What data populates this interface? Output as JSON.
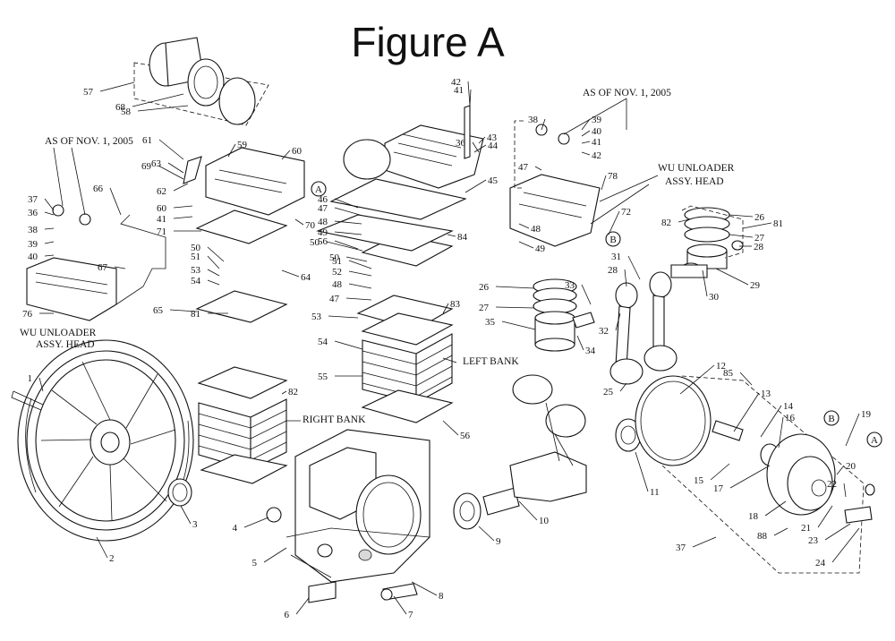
{
  "title": "Figure A",
  "notes": {
    "as_of_left": "AS OF NOV. 1, 2005",
    "as_of_right": "AS OF NOV. 1, 2005",
    "unloader_left_1": "WU UNLOADER",
    "unloader_left_2": "ASSY. HEAD",
    "unloader_right_1": "WU UNLOADER",
    "unloader_right_2": "ASSY. HEAD",
    "left_bank": "LEFT BANK",
    "right_bank": "RIGHT BANK"
  },
  "connectors": [
    "A",
    "B",
    "B",
    "A"
  ],
  "callouts": [
    "1",
    "2",
    "3",
    "4",
    "5",
    "6",
    "7",
    "8",
    "9",
    "10",
    "11",
    "12",
    "13",
    "14",
    "15",
    "16",
    "17",
    "18",
    "19",
    "20",
    "21",
    "22",
    "23",
    "24",
    "25",
    "26",
    "27",
    "28",
    "29",
    "30",
    "31",
    "32",
    "33",
    "34",
    "35",
    "26",
    "27",
    "28",
    "36",
    "37",
    "38",
    "39",
    "40",
    "41",
    "42",
    "43",
    "44",
    "45",
    "46",
    "47",
    "48",
    "49",
    "50",
    "51",
    "52",
    "48",
    "47",
    "50",
    "53",
    "54",
    "55",
    "56",
    "57",
    "58",
    "59",
    "60",
    "61",
    "60",
    "41",
    "62",
    "63",
    "64",
    "65",
    "66",
    "67",
    "68",
    "69",
    "70",
    "71",
    "72",
    "76",
    "78",
    "81",
    "82",
    "83",
    "84",
    "85",
    "88",
    "37",
    "36",
    "38",
    "39",
    "40",
    "41",
    "42",
    "47",
    "48",
    "49",
    "50",
    "51",
    "53",
    "54",
    "56",
    "81",
    "82"
  ]
}
